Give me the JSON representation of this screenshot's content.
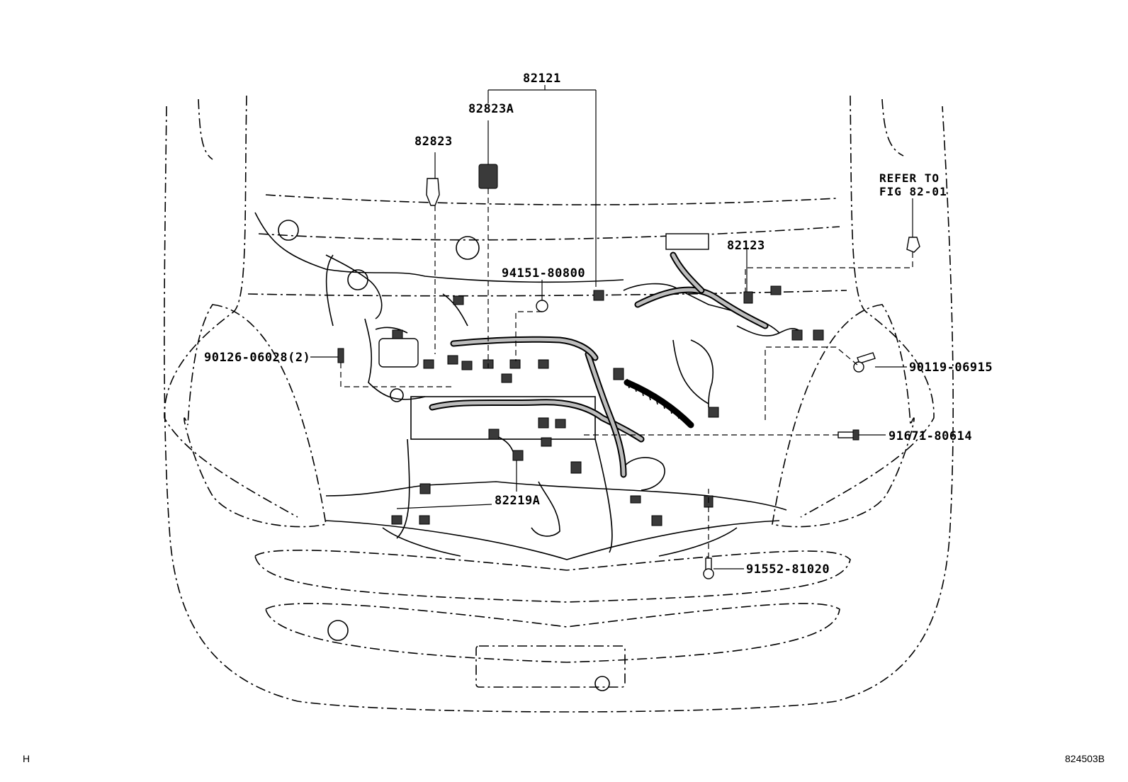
{
  "diagram": {
    "callouts": {
      "p82121": "82121",
      "p82823A": "82823A",
      "p82823": "82823",
      "refer_line1": "REFER TO",
      "refer_line2": "FIG 82-01",
      "p82123": "82123",
      "p94151": "94151-80800",
      "p90126": "90126-06028(2)",
      "p90119": "90119-06915",
      "p91671": "91671-80614",
      "p82219A": "82219A",
      "p91552": "91552-81020"
    },
    "corner_left": "H",
    "corner_right": "824503B"
  }
}
